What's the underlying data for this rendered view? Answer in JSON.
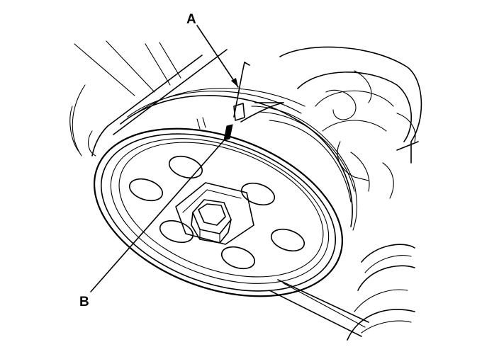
{
  "callouts": [
    {
      "id": "a",
      "label": "A"
    },
    {
      "id": "b",
      "label": "B"
    }
  ],
  "colors": {
    "ink": "#000000",
    "background": "#ffffff"
  }
}
